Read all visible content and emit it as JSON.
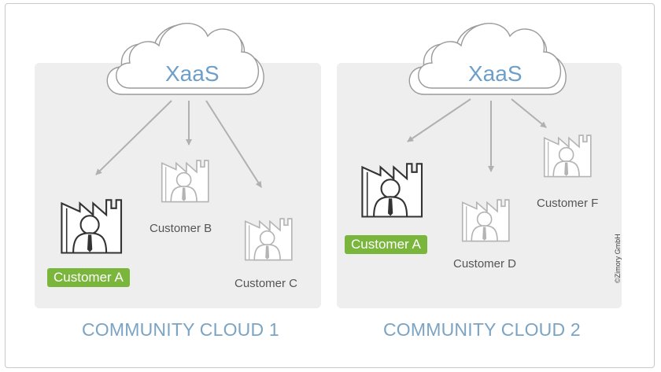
{
  "communities": [
    {
      "title": "COMMUNITY CLOUD 1",
      "cloud_label": "XaaS",
      "customers": [
        {
          "name": "Customer A",
          "highlighted": true
        },
        {
          "name": "Customer B",
          "highlighted": false
        },
        {
          "name": "Customer C",
          "highlighted": false
        }
      ]
    },
    {
      "title": "COMMUNITY CLOUD 2",
      "cloud_label": "XaaS",
      "customers": [
        {
          "name": "Customer A",
          "highlighted": true
        },
        {
          "name": "Customer D",
          "highlighted": false
        },
        {
          "name": "Customer F",
          "highlighted": false
        }
      ]
    }
  ],
  "copyright": "©Zimory GmbH",
  "colors": {
    "accent_green": "#7ab53c",
    "cloud_text": "#6e9fc8",
    "title_text": "#7ba4c4",
    "panel_bg": "#eeeeee",
    "arrow": "#b0b0b0"
  },
  "icons": [
    "cloud-icon",
    "customer-factory-icon",
    "arrow-icon"
  ]
}
